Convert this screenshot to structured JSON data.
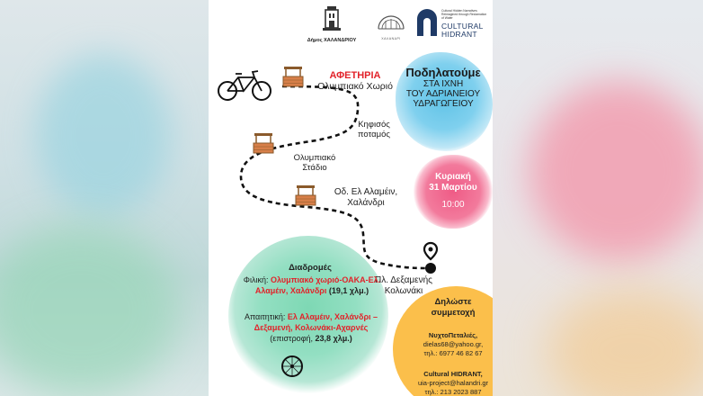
{
  "header": {
    "municipality": "Δήμος ΧΑΛΑΝΔΡΙΟΥ",
    "logo2_text": "ΧΑΛΑΝΔΡΙ",
    "brand_small": "Cultural Hidden Narratives Reimagined through Reclamation of Water",
    "brand_name_line1": "CULTURAL",
    "brand_name_line2": "HIDRANT"
  },
  "title": {
    "line1": "Ποδηλατούμε",
    "line2": "ΣΤΑ ΙΧΝΗ",
    "line3": "ΤΟΥ ΑΔΡΙΑΝΕΙΟΥ",
    "line4": "ΥΔΡΑΓΩΓΕΙΟΥ"
  },
  "date": {
    "day": "Κυριακή",
    "date": "31 Μαρτίου",
    "time": "10:00"
  },
  "route": {
    "start_label": "ΑΦΕΤΗΡΙΑ",
    "start_place": "Ολυμπιακό Χωριό",
    "stop1_line1": "Κηφισός",
    "stop1_line2": "ποταμός",
    "stop2_line1": "Ολυμπιακό",
    "stop2_line2": "Στάδιο",
    "stop3_line1": "Οδ. Ελ Αλαμέιν,",
    "stop3_line2": "Χαλάνδρι",
    "end_line1": "Πλ. Δεξαμενής",
    "end_line2": "Κολωνάκι"
  },
  "routes": {
    "heading": "Διαδρομές",
    "easy_label": "Φιλική:",
    "easy_path_a": "Ολυμπιακό χωριό-ΟΑΚΑ-Ελ.",
    "easy_path_b": "Αλαμέιν, Χαλάνδρι",
    "easy_dist": "(19,1 χλμ.)",
    "hard_label": "Απαιτητική:",
    "hard_path_a": "Ελ Αλαμέιν, Χαλάνδρι –",
    "hard_path_b": "Δεξαμενή, Κολωνάκι-Αχαρνές",
    "hard_return": "(επιστροφή,",
    "hard_dist": "23,8 χλμ.)"
  },
  "contact": {
    "heading_line1": "Δηλώστε",
    "heading_line2": "συμμετοχή",
    "org1": "ΝυχτοΠεταλιές,",
    "org1_email": "dielas68@yahoo.gr,",
    "org1_phone": "τηλ.: 6977 46 82 67",
    "org2": "Cultural HIDRANT,",
    "org2_email": "uia-project@halandri.gr",
    "org2_phone": "τηλ.: 213 2023 887"
  },
  "colors": {
    "accent_red": "#e2232a",
    "splash_blue": "#5fc2e6",
    "splash_green": "#7ed8b4",
    "splash_pink": "#ef5b86",
    "contact_yellow": "#fbbf4b",
    "brand_navy": "#1f3a66"
  },
  "icons": [
    "bicycle-icon",
    "well-icon",
    "location-pin-icon",
    "bicycle-wheel-icon",
    "municipality-tower-logo",
    "arch-logo"
  ]
}
